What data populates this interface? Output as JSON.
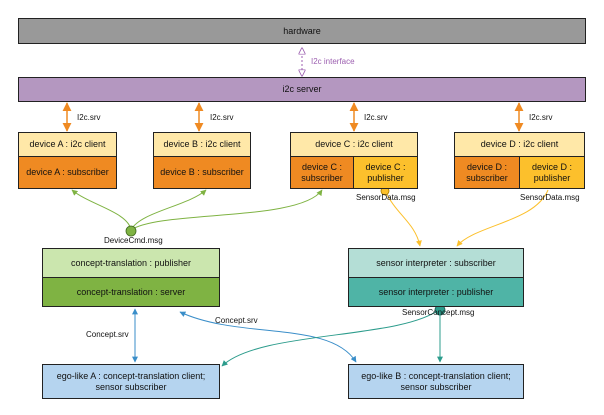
{
  "hardware": "hardware",
  "i2c_interface": "I2c interface",
  "i2c_server": "i2c server",
  "srv_label": "I2c.srv",
  "devices": [
    {
      "client": "device A : i2c client",
      "subscriber": "device A : subscriber"
    },
    {
      "client": "device B : i2c client",
      "subscriber": "device B : subscriber"
    },
    {
      "client": "device C : i2c client",
      "subscriber": "device C : subscriber",
      "publisher": "device C : publisher"
    },
    {
      "client": "device D : i2c client",
      "subscriber": "device D : subscriber",
      "publisher": "device D : publisher"
    }
  ],
  "sensor_data_msg": "SensorData.msg",
  "device_cmd_msg": "DeviceCmd.msg",
  "concept_translation": {
    "publisher": "concept-translation : publisher",
    "server": "concept-translation : server"
  },
  "sensor_interpreter": {
    "subscriber": "sensor interpreter : subscriber",
    "publisher": "sensor interpreter : publisher"
  },
  "sensor_concept_msg": "SensorConcept.msg",
  "concept_srv": "Concept.srv",
  "ego_a": "ego-like A : concept-translation client; sensor subscriber",
  "ego_b": "ego-like B : concept-translation client; sensor subscriber",
  "colors": {
    "hardware": "#999999",
    "server": "#b497c0",
    "client": "#ffe8a8",
    "subscriber": "#ef8a22",
    "publisher": "#fcc02c",
    "concept_publisher": "#cbe6ae",
    "concept_server": "#7fb343",
    "interpreter_subscriber": "#b4ded6",
    "interpreter_publisher": "#4fb4a6",
    "ego": "#b5d4ef"
  }
}
